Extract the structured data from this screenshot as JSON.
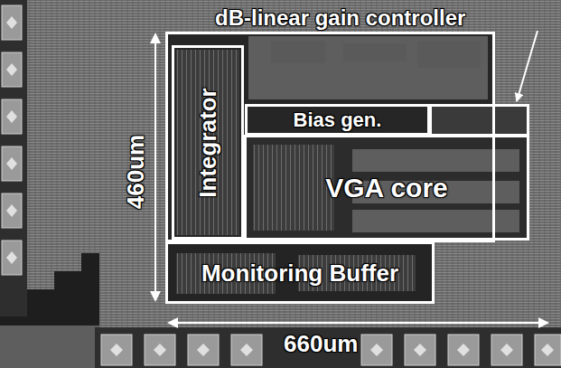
{
  "diagram": {
    "nodes": [
      {
        "text": [
          "dB-linear gain controller"
        ]
      },
      {
        "text": [
          "Integrator"
        ],
        "in": 0
      },
      {
        "text": [
          "Bias gen."
        ],
        "in": 0
      },
      {
        "text": [
          "VGA core"
        ]
      },
      {
        "text": [
          "Monitoring Buffer"
        ]
      }
    ],
    "labels": [
      "460um",
      "660um"
    ]
  }
}
